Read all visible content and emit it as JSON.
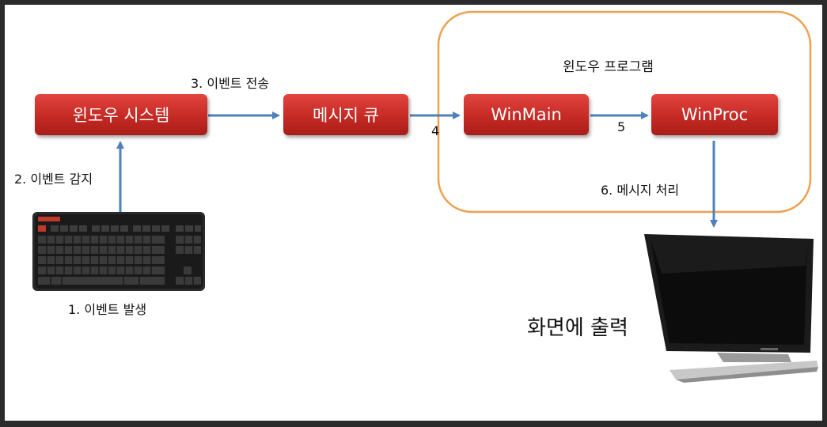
{
  "group": {
    "title": "윈도우 프로그램",
    "border_color": "#f0a050"
  },
  "boxes": {
    "window_system": "윈도우 시스템",
    "message_queue": "메시지 큐",
    "winmain": "WinMain",
    "winproc": "WinProc"
  },
  "steps": {
    "step1": "1. 이벤트 발생",
    "step2": "2. 이벤트 감지",
    "step3": "3. 이벤트 전송",
    "step4": "4",
    "step5": "5",
    "step6": "6. 메시지 처리"
  },
  "output_label": "화면에 출력",
  "colors": {
    "box_fill": "#c52a24",
    "arrow": "#4f81bd"
  },
  "icons": {
    "keyboard": "keyboard-icon",
    "monitor": "monitor-icon"
  }
}
